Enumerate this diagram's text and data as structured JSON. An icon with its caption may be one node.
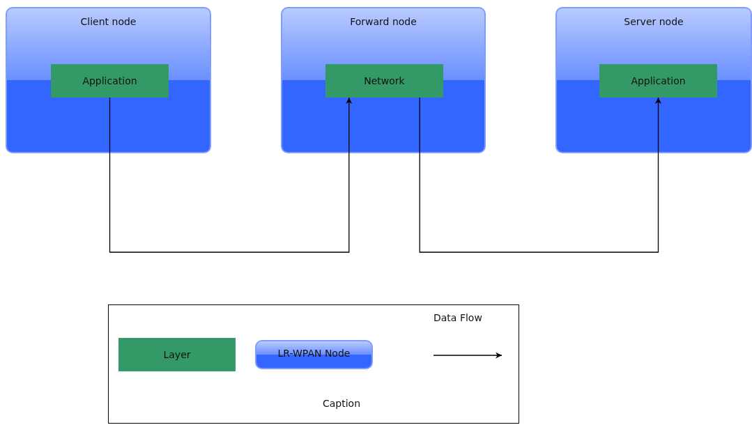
{
  "diagram": {
    "nodes": [
      {
        "text": [
          "Client node"
        ]
      },
      {
        "text": [
          "Application"
        ],
        "in": 0
      },
      {
        "text": [
          "Forward node"
        ]
      },
      {
        "text": [
          "Network"
        ],
        "in": 2
      },
      {
        "text": [
          "Server node"
        ]
      },
      {
        "text": [
          "Application"
        ],
        "in": 4
      }
    ],
    "edges": [
      {
        "from": 1,
        "to": 3,
        "arrow": "to"
      },
      {
        "from": 3,
        "to": 5,
        "arrow": "to"
      }
    ],
    "labels": [
      "Caption"
    ],
    "legend": [
      {
        "text": "Layer",
        "color": "#339966"
      },
      {
        "text": "LR-WPAN Node"
      },
      {
        "text": "Data Flow"
      }
    ]
  }
}
